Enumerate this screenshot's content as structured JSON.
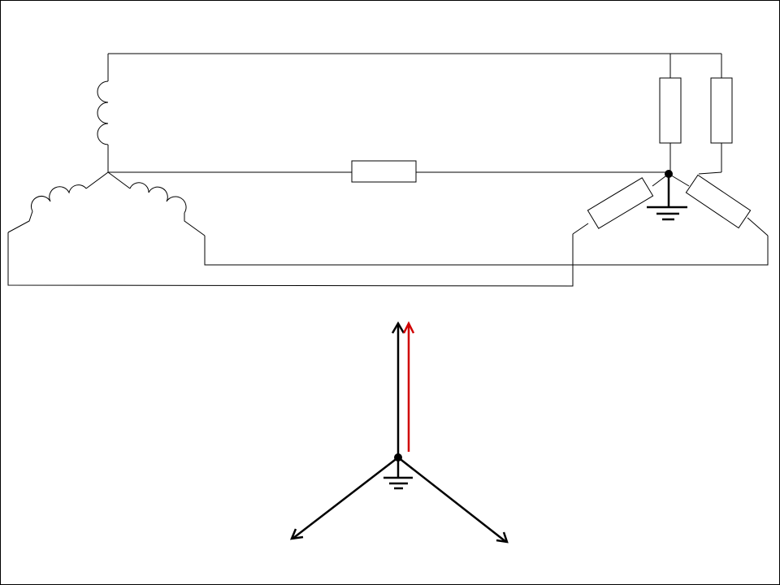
{
  "diagram": {
    "kind": "three-phase wye circuit with phasor diagram",
    "colors": {
      "line": "#000000",
      "highlight_phasor": "#d00000",
      "background": "#ffffff"
    },
    "source": {
      "windings": 3,
      "winding_turns": 3
    },
    "load": {
      "resistors_in_wye": 3,
      "resistors_vertical_branch": 2,
      "series_resistor_in_neutral_line": 1
    },
    "grounding": {
      "load_neutral_grounded": true,
      "phasor_origin_grounded": true
    },
    "phasors": [
      {
        "name": "phase-up",
        "color": "#000000"
      },
      {
        "name": "phase-up-highlight",
        "color": "#d00000"
      },
      {
        "name": "phase-lower-left",
        "color": "#000000"
      },
      {
        "name": "phase-lower-right",
        "color": "#000000"
      }
    ]
  }
}
